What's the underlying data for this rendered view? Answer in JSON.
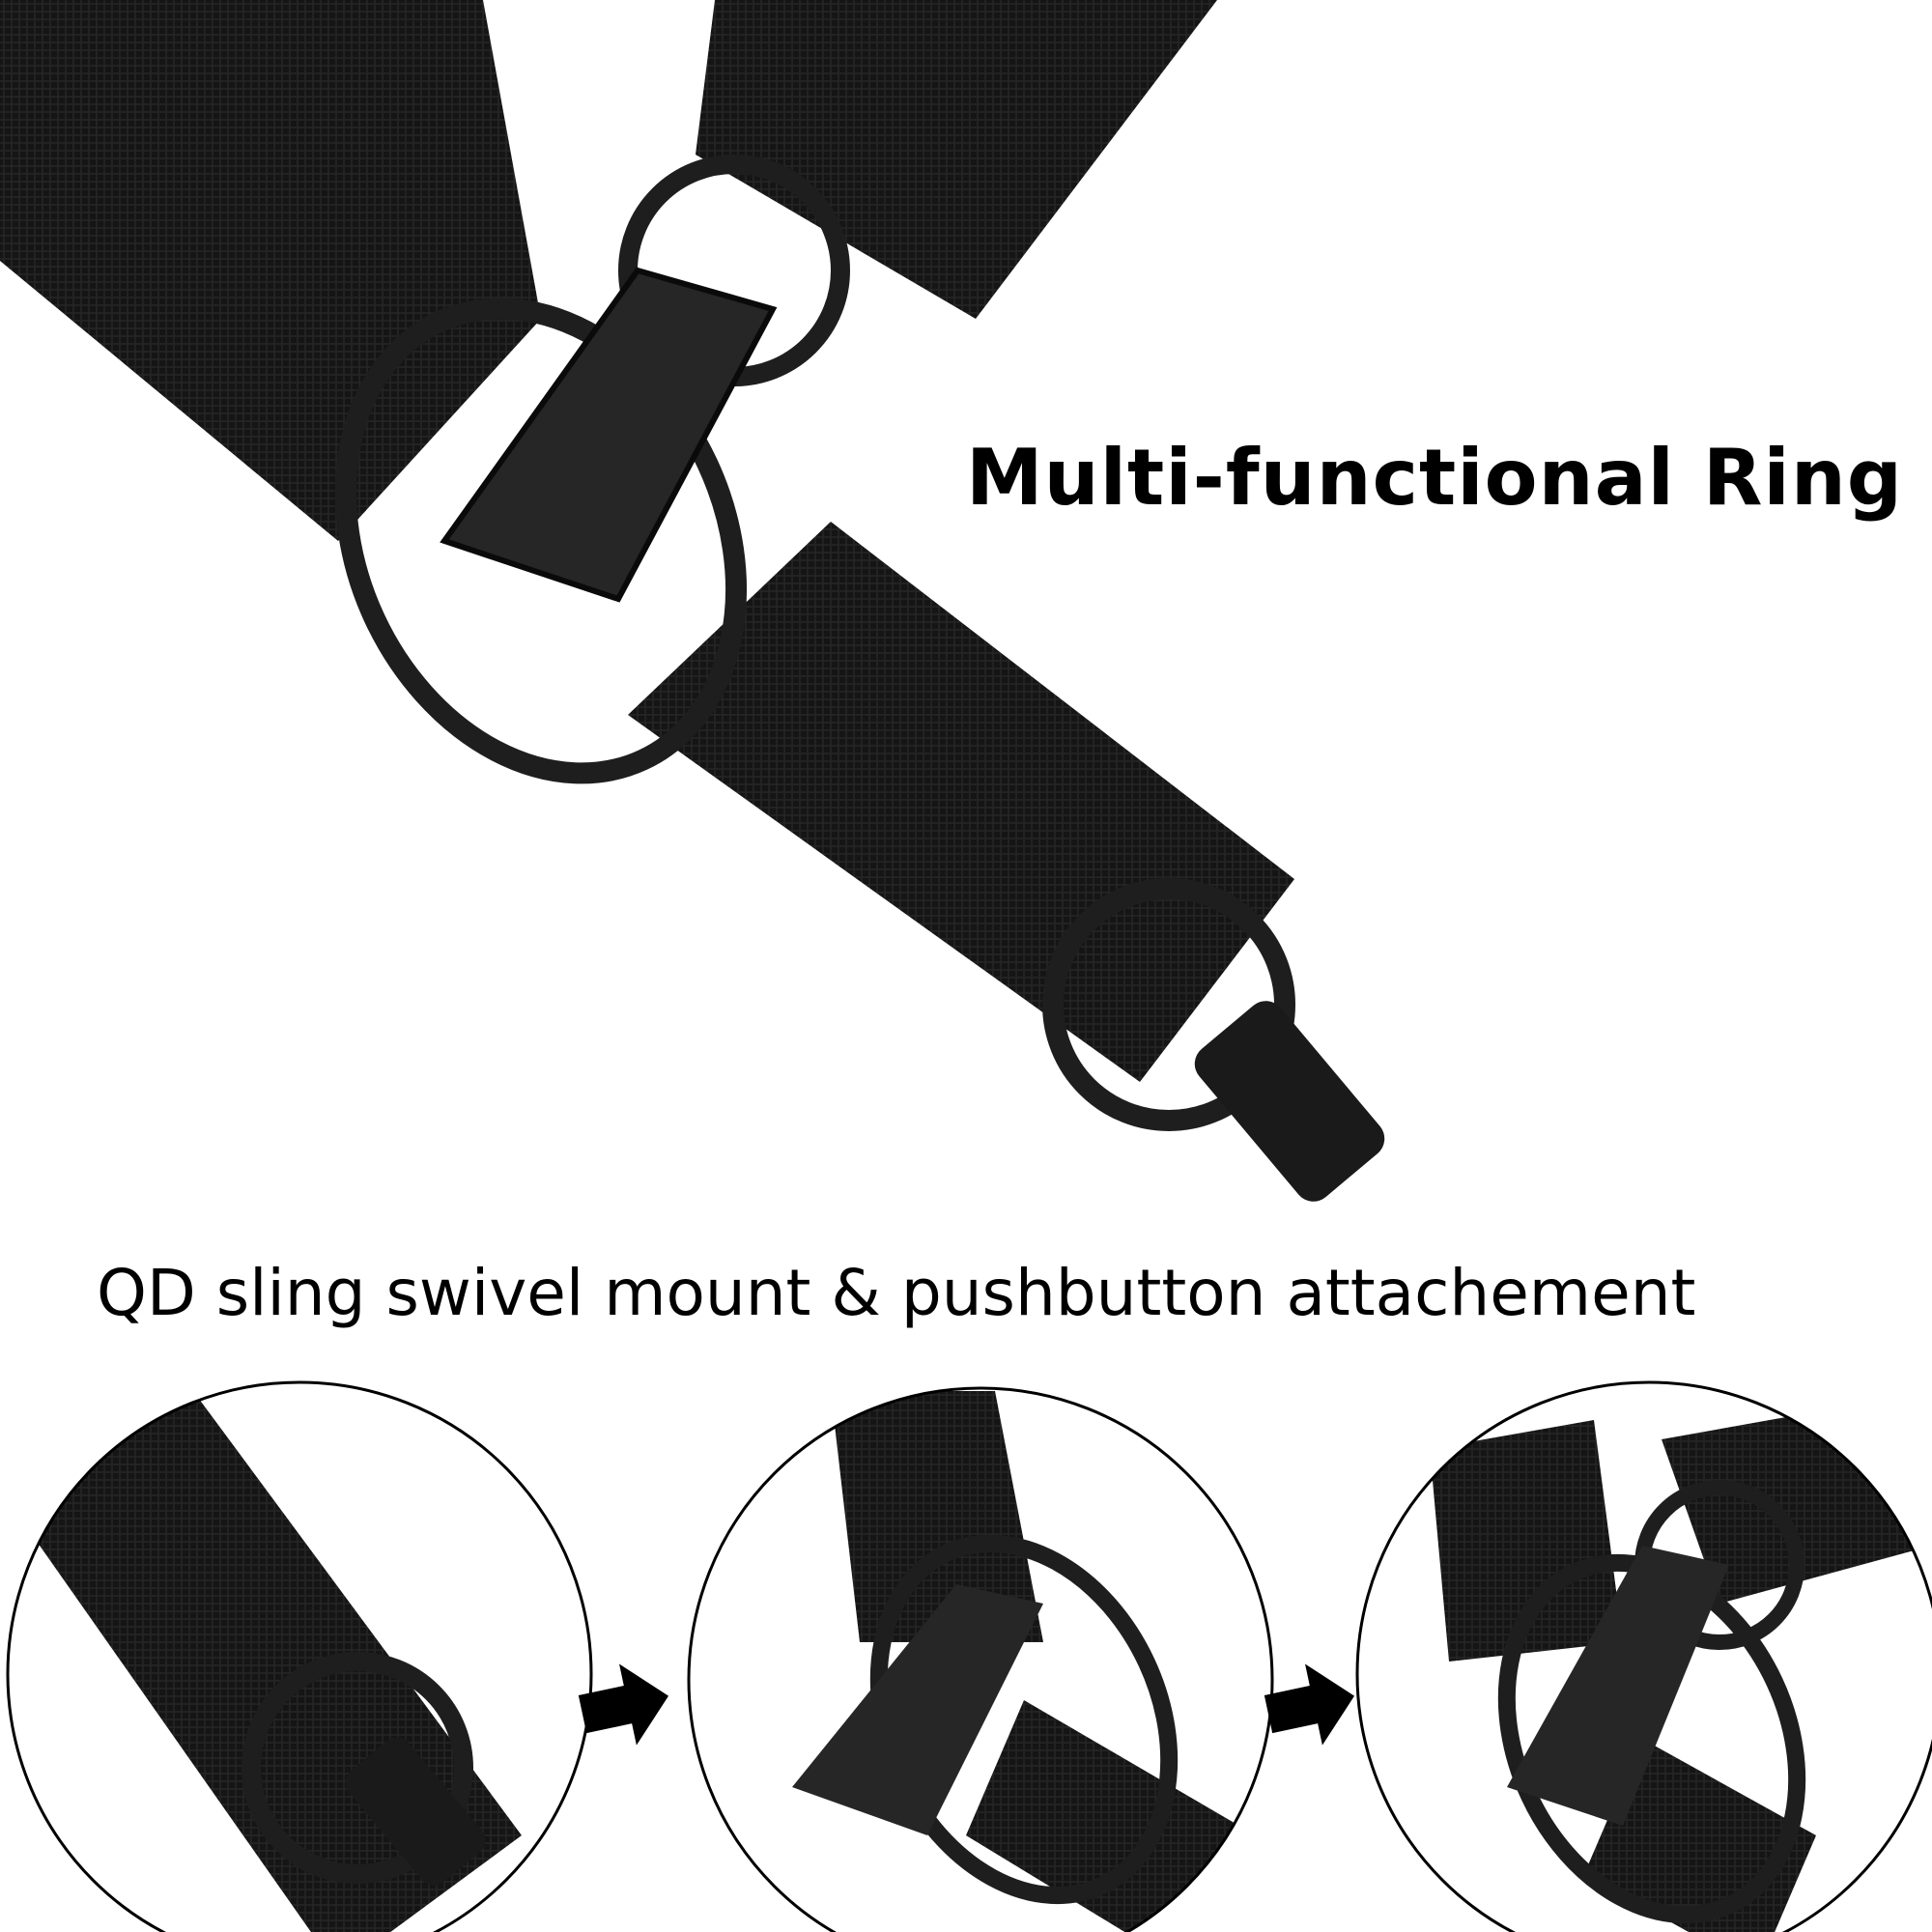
{
  "headline": "Multi-functional Ring",
  "caption": "QD sling swivel mount & pushbutton attachement",
  "colors": {
    "strap": "#141414",
    "metal": "#1e1e1e",
    "background": "#ffffff"
  },
  "steps": [
    {
      "icon": "qd-swivel-detached"
    },
    {
      "icon": "ring-hook"
    },
    {
      "icon": "qd-swivel-attached"
    }
  ]
}
